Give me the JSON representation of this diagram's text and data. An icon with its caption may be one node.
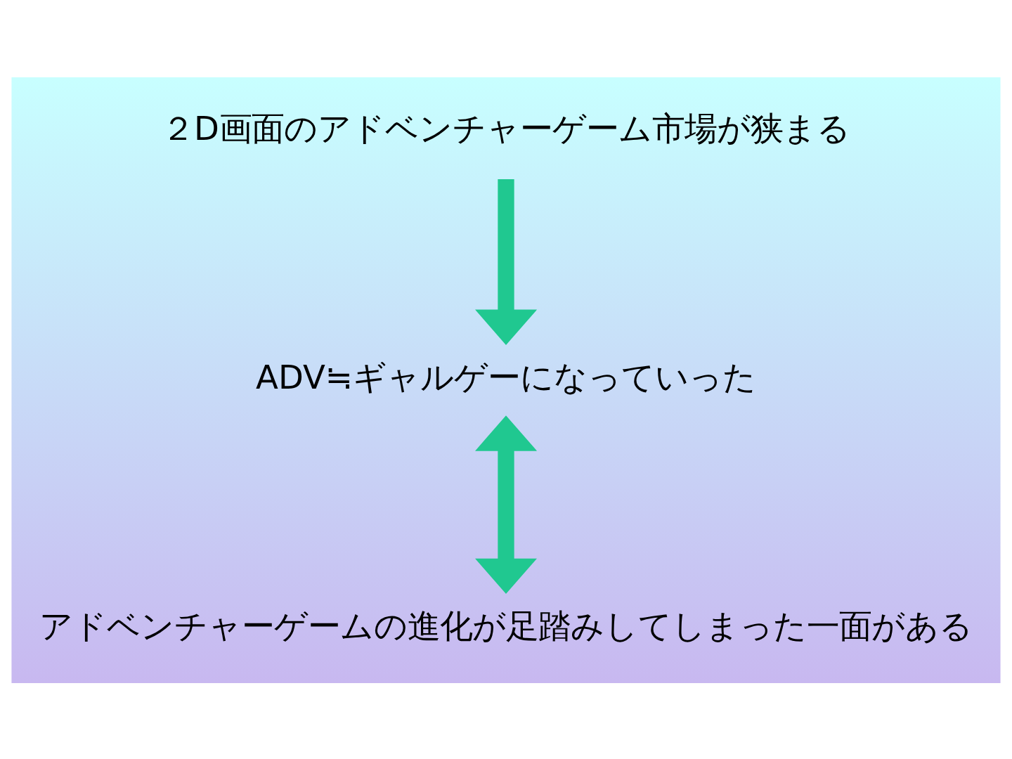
{
  "diagram": {
    "nodes": [
      {
        "text": [
          "２D画面のアドベンチャーゲーム市場が狭まる"
        ]
      },
      {
        "text": [
          "ADV≒ギャルゲーになっていった"
        ]
      },
      {
        "text": [
          "アドベンチャーゲームの進化が足踏みしてしまった一面がある"
        ]
      }
    ],
    "edges": [
      {
        "from": 0,
        "to": 1,
        "arrow": "to"
      },
      {
        "from": 1,
        "to": 2,
        "arrow": "both"
      }
    ]
  }
}
